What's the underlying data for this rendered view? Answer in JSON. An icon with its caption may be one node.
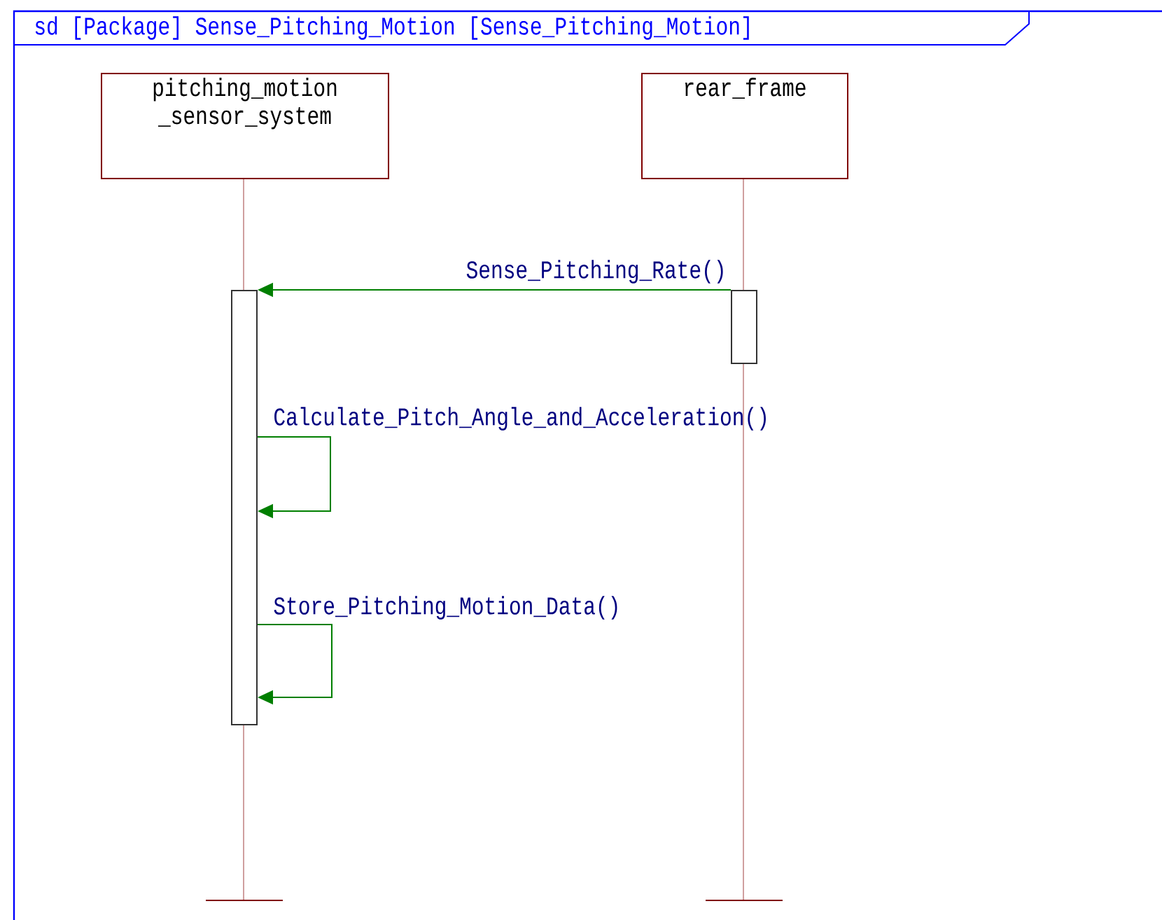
{
  "diagram": {
    "title": "sd [Package] Sense_Pitching_Motion [Sense_Pitching_Motion]",
    "nodes": [
      {
        "text": [
          "pitching_motion _sensor_system"
        ]
      },
      {
        "text": [
          "rear_frame"
        ]
      },
      {
        "text": [],
        "shape": "box"
      },
      {
        "text": [],
        "shape": "box"
      }
    ],
    "edges": [
      {
        "from": 3,
        "to": 2,
        "arrow": "to",
        "label": "Sense_Pitching_Rate()"
      },
      {
        "from": 2,
        "to": 2,
        "arrow": "to",
        "label": "Calculate_Pitch_Angle_and_Acceleration()"
      },
      {
        "from": 2,
        "to": 2,
        "arrow": "to",
        "label": "Store_Pitching_Motion_Data()"
      }
    ]
  }
}
